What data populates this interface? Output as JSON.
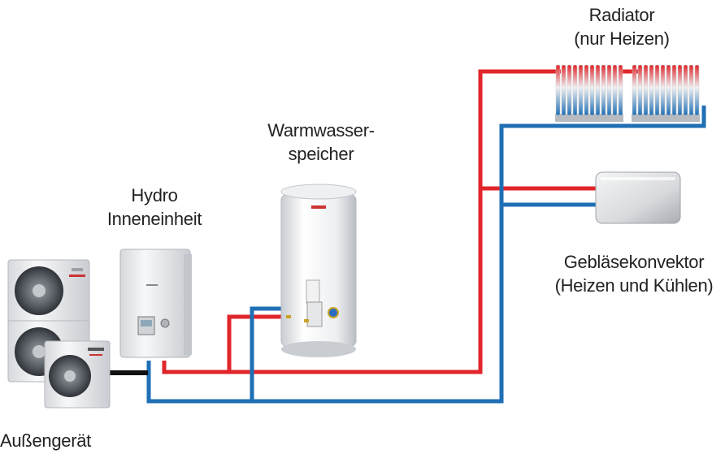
{
  "labels": {
    "radiator_line1": "Radiator",
    "radiator_line2": "(nur Heizen)",
    "tank_line1": "Warmwasser-",
    "tank_line2": "speicher",
    "hydro_line1": "Hydro",
    "hydro_line2": "Inneneinheit",
    "fancoil_line1": "Gebläsekonvektor",
    "fancoil_line2": "(Heizen und Kühlen)",
    "outdoor": "Außengerät"
  },
  "colors": {
    "supply_pipe": "#e0262b",
    "return_pipe": "#1f6fb5",
    "cable": "#111111"
  }
}
